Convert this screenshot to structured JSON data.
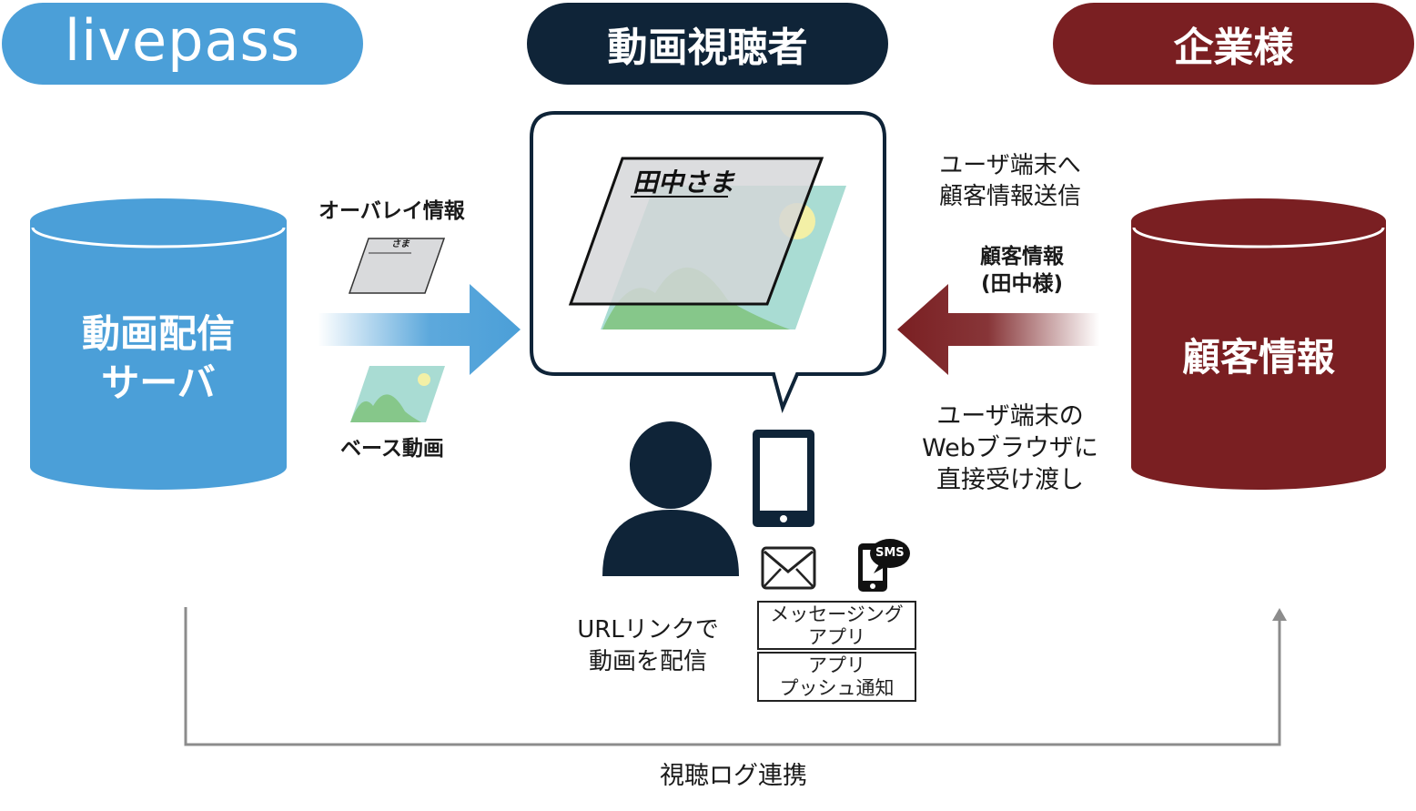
{
  "header": {
    "livepass": {
      "label": "livepass",
      "color": "#4b9fd8"
    },
    "viewer": {
      "label": "動画視聴者",
      "color": "#0f2438"
    },
    "company": {
      "label": "企業様",
      "color": "#7a1f22"
    }
  },
  "left_server": {
    "line1": "動画配信",
    "line2": "サーバ"
  },
  "right_db": {
    "label": "顧客情報"
  },
  "overlay_info": {
    "label": "オーバレイ情報",
    "mini_text": "さま"
  },
  "base_video": {
    "label": "ベース動画"
  },
  "screen": {
    "overlay_name": "田中さま"
  },
  "right_top_note": {
    "line1": "ユーザ端末へ",
    "line2": "顧客情報送信"
  },
  "customer_info": {
    "line1": "顧客情報",
    "line2": "(田中様)"
  },
  "right_bottom_note": {
    "line1": "ユーザ端末の",
    "line2": "Webブラウザに",
    "line3": "直接受け渡し"
  },
  "url_note": {
    "line1": "URLリンクで",
    "line2": "動画を配信"
  },
  "channels": {
    "sms_label": "SMS",
    "messaging_line1": "メッセージング",
    "messaging_line2": "アプリ",
    "push_line1": "アプリ",
    "push_line2": "プッシュ通知"
  },
  "bottom_flow": {
    "label": "視聴ログ連携"
  }
}
